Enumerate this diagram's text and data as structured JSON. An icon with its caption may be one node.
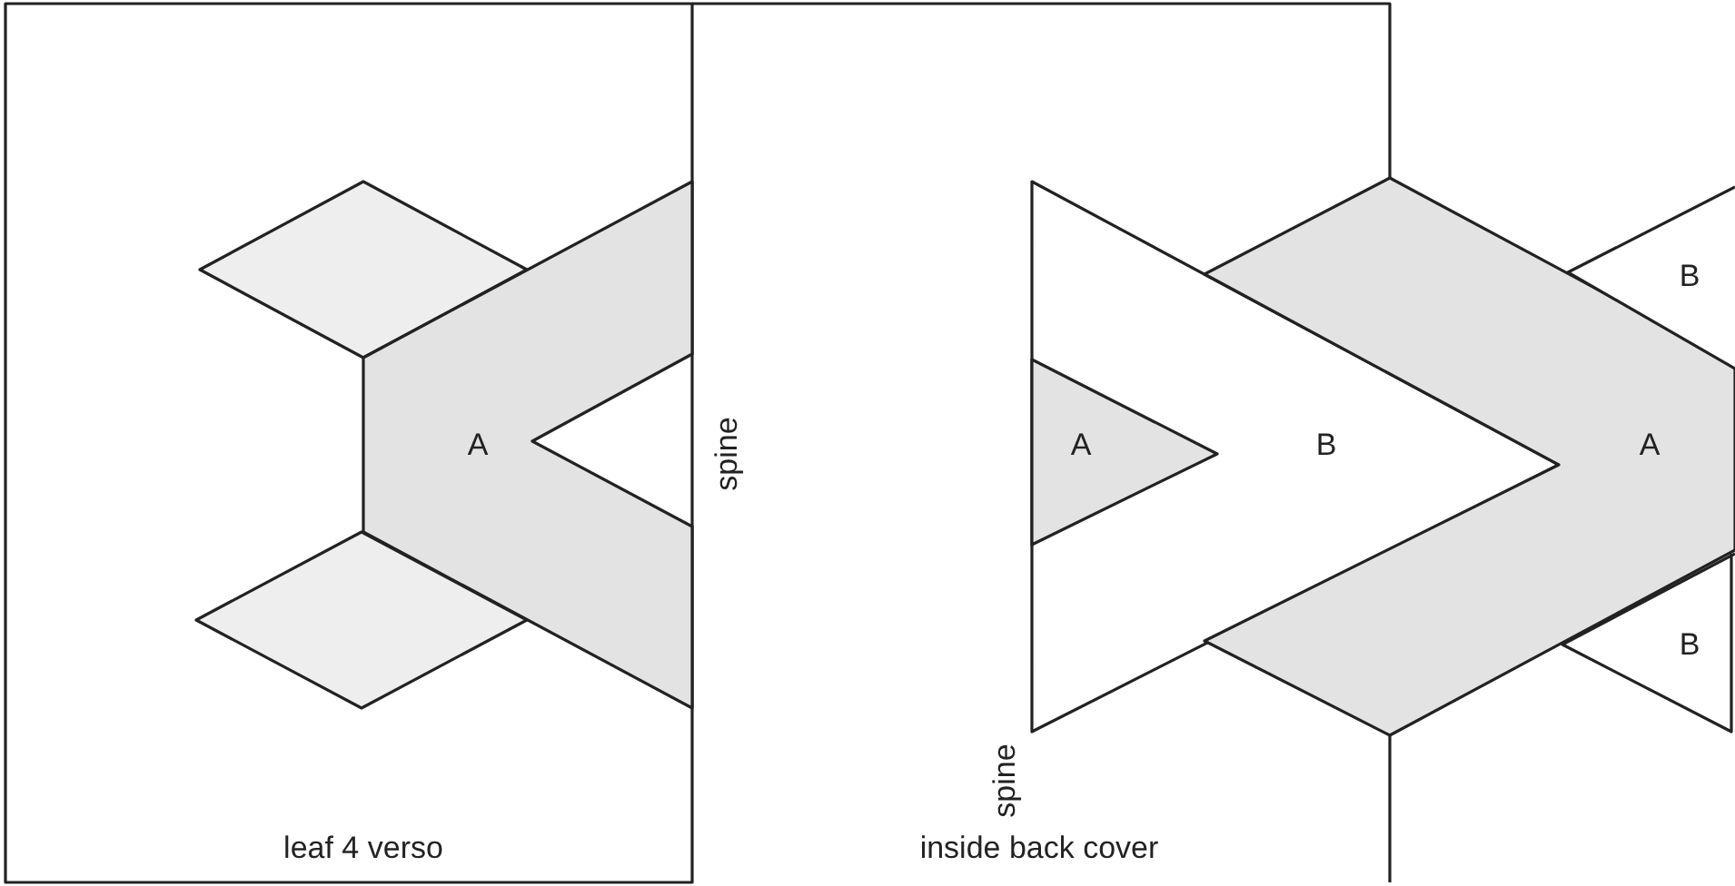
{
  "diagram": {
    "nodes": [
      {
        "text": [
          "leaf 4 verso"
        ]
      },
      {
        "text": [],
        "shape": "diamond",
        "in": 0
      },
      {
        "text": [
          "A"
        ],
        "in": 0
      },
      {
        "text": [],
        "shape": "diamond",
        "in": 0
      },
      {
        "text": [
          "inside back cover"
        ]
      },
      {
        "text": [
          "B"
        ]
      },
      {
        "text": [
          "A"
        ]
      },
      {
        "text": [
          "A"
        ]
      },
      {
        "text": [
          "B"
        ]
      },
      {
        "text": [
          "B"
        ]
      }
    ],
    "labels": [
      "spine",
      "spine"
    ]
  }
}
